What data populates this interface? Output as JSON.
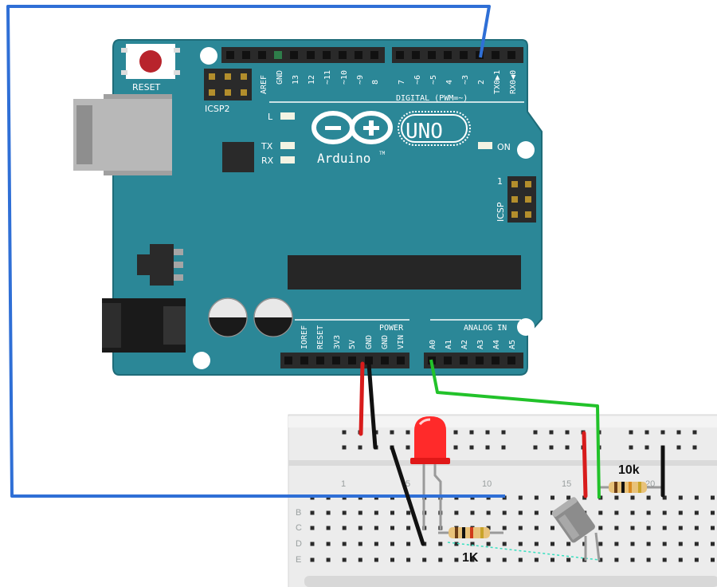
{
  "colors": {
    "board": "#2b8797",
    "board_edge": "#1f6c79",
    "header": "#2a2a2a",
    "wire_blue": "#2f6fd6",
    "wire_green": "#22c22a",
    "wire_red": "#d81c1c",
    "wire_black": "#111111",
    "breadboard": "#ececec",
    "led_red": "#ff2a2a",
    "resistor_body": "#e8c27a",
    "dashed_wire": "#38e0c0"
  },
  "arduino": {
    "reset_label": "RESET",
    "icsp2_label": "ICSP2",
    "icsp_label": "ICSP",
    "icsp_pin1": "1",
    "led_l": "L",
    "led_tx": "TX",
    "led_rx": "RX",
    "brand": "Arduino",
    "tm": "TM",
    "model": "UNO",
    "on_label": "ON",
    "digital_label": "DIGITAL (PWM=~)",
    "power_label": "POWER",
    "analog_label": "ANALOG IN",
    "top_pins": [
      "AREF",
      "GND",
      "13",
      "12",
      "~11",
      "~10",
      "~9",
      "8",
      "7",
      "~6",
      "~5",
      "4",
      "~3",
      "2",
      "TX0▶1",
      "RX0◀0"
    ],
    "power_pins": [
      "IOREF",
      "RESET",
      "3V3",
      "5V",
      "GND",
      "GND",
      "VIN"
    ],
    "analog_pins": [
      "A0",
      "A1",
      "A2",
      "A3",
      "A4",
      "A5"
    ]
  },
  "breadboard": {
    "col_numbers": [
      "1",
      "5",
      "10",
      "15",
      "20"
    ],
    "row_letters": [
      "B",
      "C",
      "D",
      "E"
    ]
  },
  "components": {
    "resistor_1k_label": "1K",
    "resistor_10k_label": "10k",
    "led": "red LED",
    "sensor": "tilt sensor"
  }
}
